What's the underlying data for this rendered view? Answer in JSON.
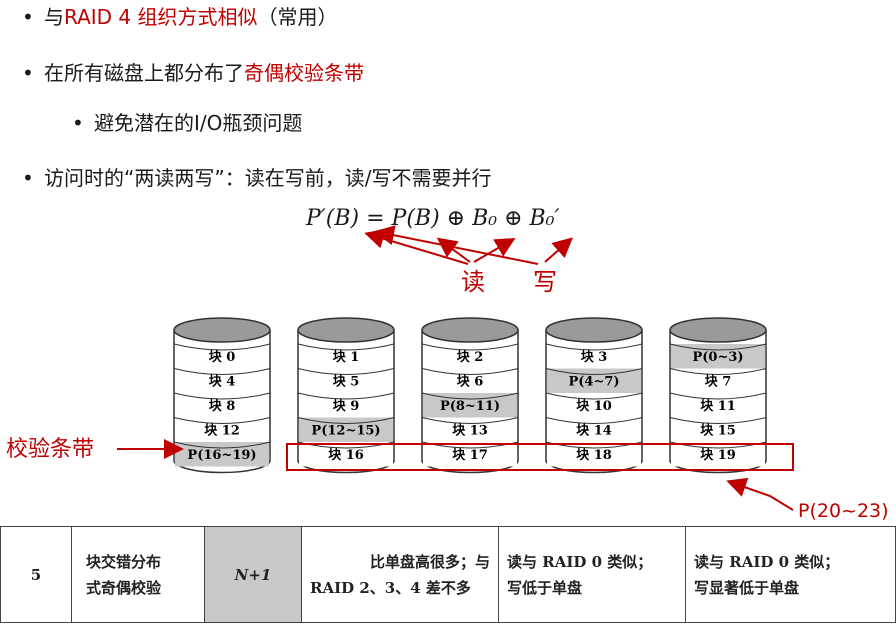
{
  "bullets": {
    "b1_pre": "与",
    "b1_red": "RAID 4 组织方式相似",
    "b1_post": "（常用）",
    "b2_pre": "在所有磁盘上都分布了",
    "b2_red": "奇偶校验条带",
    "b3": "避免潜在的I/O瓶颈问题",
    "b4": "访问时的“两读两写”：读在写前，读/写不需要并行"
  },
  "formula": "P′(B) = P(B) ⊕ B₀ ⊕ B₀′",
  "labels": {
    "read": "读",
    "write": "写",
    "parity_stripe": "校验条带",
    "p20_23": "P(20~23)"
  },
  "disks": [
    [
      "块 0",
      "块 4",
      "块 8",
      "块 12",
      "P(16~19)"
    ],
    [
      "块 1",
      "块 5",
      "块 9",
      "P(12~15)",
      "块 16"
    ],
    [
      "块 2",
      "块 6",
      "P(8~11)",
      "块 13",
      "块 17"
    ],
    [
      "块 3",
      "P(4~7)",
      "块 10",
      "块 14",
      "块 18"
    ],
    [
      "P(0~3)",
      "块 7",
      "块 11",
      "块 15",
      "块 19"
    ]
  ],
  "table": {
    "level": "5",
    "name_l1": "块交错分布",
    "name_l2": "式奇偶校验",
    "disks": "N+1",
    "col3_l1": "比单盘高很多；与",
    "col3_l2": "RAID 2、3、4 差不多",
    "col4_l1": "读与 RAID 0 类似；",
    "col4_l2": "写低于单盘",
    "col5_l1": "读与 RAID 0 类似；",
    "col5_l2": "写显著低于单盘"
  },
  "colors": {
    "accent": "#c00000",
    "parity_fill": "#c8c8c8"
  }
}
